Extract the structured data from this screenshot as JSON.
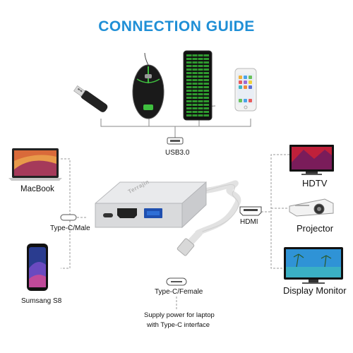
{
  "title": "CONNECTION GUIDE",
  "labels": {
    "usb": "USB3.0",
    "macbook": "MacBook",
    "typec_male": "Type-C/Male",
    "samsung": "Sumsang S8",
    "hdmi": "HDMI",
    "hdtv": "HDTV",
    "projector": "Projector",
    "monitor": "Display Monitor",
    "typec_female": "Type-C/Female",
    "power_line1": "Supply power for laptop",
    "power_line2": "with Type-C interface"
  },
  "brand": "Terrajin",
  "colors": {
    "title": "#1f8fd6",
    "line": "#888888",
    "dash": "#9a9a9a",
    "hub": "#e4e5e7",
    "usb_blue": "#2f6fd6",
    "keyboard_glow": "#3fbf3f"
  },
  "icons": [
    "usb-stick-icon",
    "gaming-mouse-icon",
    "keyboard-icon",
    "iphone-icon",
    "macbook-icon",
    "samsung-phone-icon",
    "tv-icon",
    "projector-icon",
    "monitor-icon",
    "hub-adapter-icon"
  ]
}
